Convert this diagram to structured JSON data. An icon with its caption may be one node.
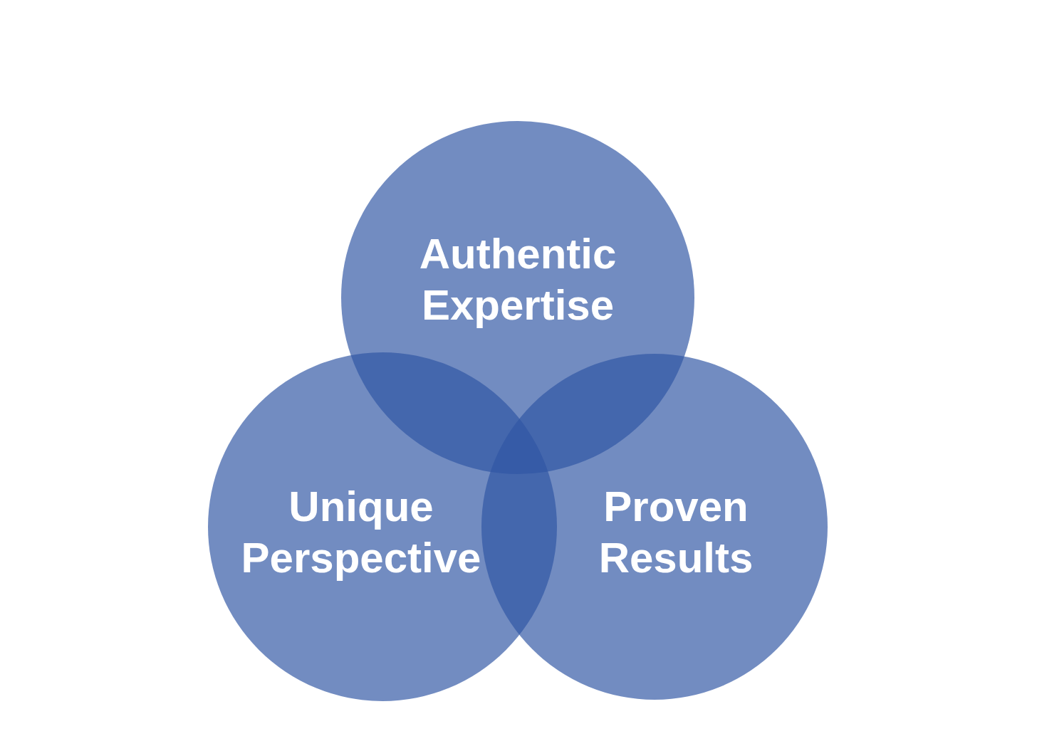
{
  "diagram": {
    "nodes": [
      {
        "text": [
          "Authentic Expertise"
        ]
      },
      {
        "text": [
          "Unique Perspective"
        ]
      },
      {
        "text": [
          "Proven Results"
        ]
      }
    ]
  }
}
